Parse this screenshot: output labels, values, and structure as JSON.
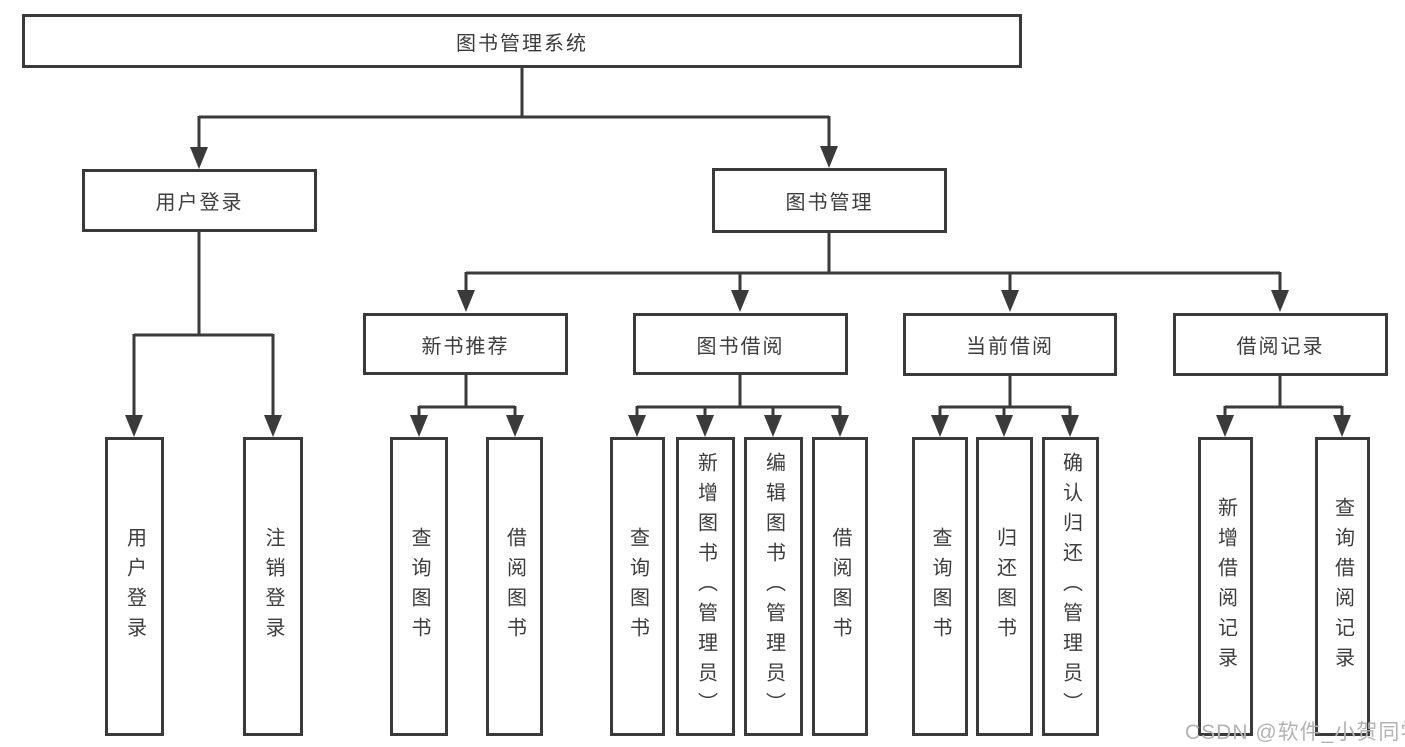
{
  "diagram_type": "hierarchy-tree",
  "colors": {
    "line": "#3a3a3a",
    "box_border": "#3a3a3a",
    "box_fill": "#ffffff",
    "text": "#3d3d3d",
    "watermark": "#b3b3b3"
  },
  "tree": {
    "root": {
      "label": "图书管理系统"
    },
    "branches": [
      {
        "label": "用户登录",
        "children": [
          {
            "label": "用户登录"
          },
          {
            "label": "注销登录"
          }
        ]
      },
      {
        "label": "图书管理",
        "children": [
          {
            "label": "新书推荐",
            "children": [
              {
                "label": "查询图书"
              },
              {
                "label": "借阅图书"
              }
            ]
          },
          {
            "label": "图书借阅",
            "children": [
              {
                "label": "查询图书"
              },
              {
                "label": "新增图书（管理员）"
              },
              {
                "label": "编辑图书（管理员）"
              },
              {
                "label": "借阅图书"
              }
            ]
          },
          {
            "label": "当前借阅",
            "children": [
              {
                "label": "查询图书"
              },
              {
                "label": "归还图书"
              },
              {
                "label": "确认归还（管理员）"
              }
            ]
          },
          {
            "label": "借阅记录",
            "children": [
              {
                "label": "新增借阅记录"
              },
              {
                "label": "查询借阅记录"
              }
            ]
          }
        ]
      }
    ]
  },
  "watermark": "CSDN @软件_小贺同学"
}
